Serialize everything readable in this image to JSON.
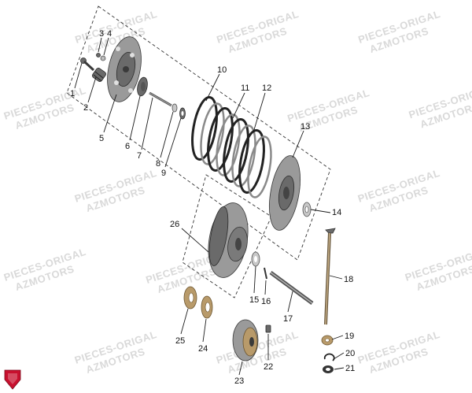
{
  "watermark": {
    "line1": "PIECES-ORIGAL",
    "line2": "AZMOTORS"
  },
  "callouts": [
    {
      "num": "1"
    },
    {
      "num": "2"
    },
    {
      "num": "3"
    },
    {
      "num": "4"
    },
    {
      "num": "5"
    },
    {
      "num": "6"
    },
    {
      "num": "7"
    },
    {
      "num": "8"
    },
    {
      "num": "9"
    },
    {
      "num": "10"
    },
    {
      "num": "11"
    },
    {
      "num": "12"
    },
    {
      "num": "13"
    },
    {
      "num": "14"
    },
    {
      "num": "15"
    },
    {
      "num": "16"
    },
    {
      "num": "17"
    },
    {
      "num": "18"
    },
    {
      "num": "19"
    },
    {
      "num": "20"
    },
    {
      "num": "21"
    },
    {
      "num": "22"
    },
    {
      "num": "23"
    },
    {
      "num": "24"
    },
    {
      "num": "25"
    },
    {
      "num": "26"
    }
  ],
  "colors": {
    "logo_red": "#c8102e",
    "part_dark": "#6a6a6a",
    "brass": "#b89a6a"
  },
  "logo": {
    "icon": "shield-logo-icon"
  }
}
